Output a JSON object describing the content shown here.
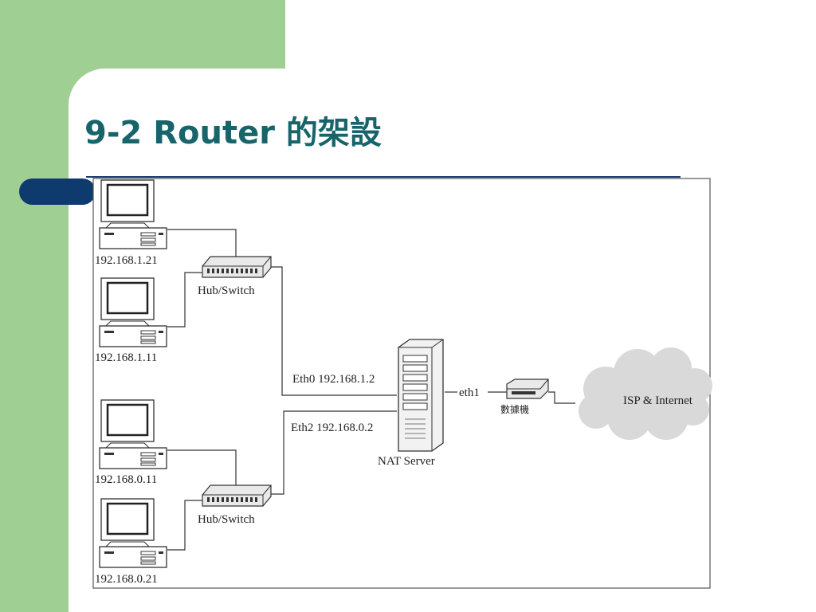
{
  "slide": {
    "title": "9-2 Router 的架設"
  },
  "diagram": {
    "hosts": [
      {
        "ip": "192.168.1.21"
      },
      {
        "ip": "192.168.1.11"
      },
      {
        "ip": "192.168.0.11"
      },
      {
        "ip": "192.168.0.21"
      }
    ],
    "switches": [
      {
        "label": "Hub/Switch"
      },
      {
        "label": "Hub/Switch"
      }
    ],
    "server": {
      "label": "NAT Server",
      "eth0": "Eth0 192.168.1.2",
      "eth2": "Eth2 192.168.0.2",
      "eth1": "eth1"
    },
    "modem": {
      "label": "數據機"
    },
    "cloud": {
      "label": "ISP & Internet"
    }
  },
  "colors": {
    "green_band": "#a0cf94",
    "title_text": "#17646a",
    "accent_pill": "#0f3a6e"
  }
}
